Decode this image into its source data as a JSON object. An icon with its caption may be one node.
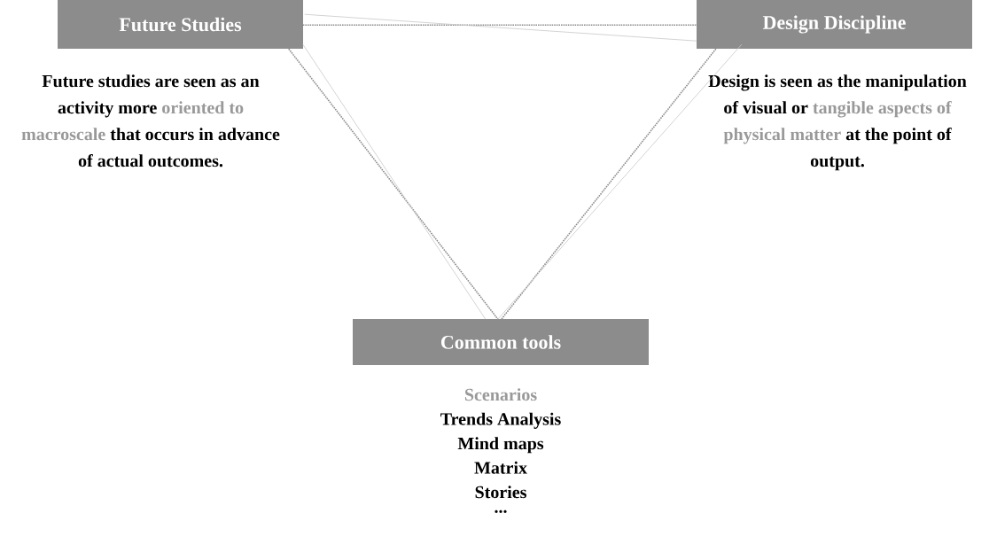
{
  "diagram": {
    "nodes": [
      {
        "text": [
          "Future Studies"
        ],
        "beside": [
          "Future studies are seen as an activity more",
          "oriented to macroscale",
          "that occurs in advance of actual outcomes."
        ]
      },
      {
        "text": [
          "Design Discipline"
        ],
        "beside": [
          "Design is seen as the manipulation of visual or",
          "tangible aspects of physical matter",
          "at the point of output."
        ]
      },
      {
        "text": [
          "Common tools"
        ],
        "beside": [
          "Scenarios",
          "Trends Analysis",
          "Mind maps",
          "Matrix",
          "Stories",
          "..."
        ]
      }
    ],
    "edges": [
      {
        "from": 0,
        "to": 1,
        "arrow": "none",
        "style": "dashed"
      },
      {
        "from": 0,
        "to": 1,
        "arrow": "none",
        "color": "#c8c8c8"
      },
      {
        "from": 0,
        "to": 2,
        "arrow": "none",
        "style": "dashed"
      },
      {
        "from": 0,
        "to": 2,
        "arrow": "none",
        "color": "#c8c8c8"
      },
      {
        "from": 1,
        "to": 2,
        "arrow": "none",
        "style": "dashed"
      },
      {
        "from": 1,
        "to": 2,
        "arrow": "none",
        "color": "#c8c8c8"
      }
    ]
  }
}
